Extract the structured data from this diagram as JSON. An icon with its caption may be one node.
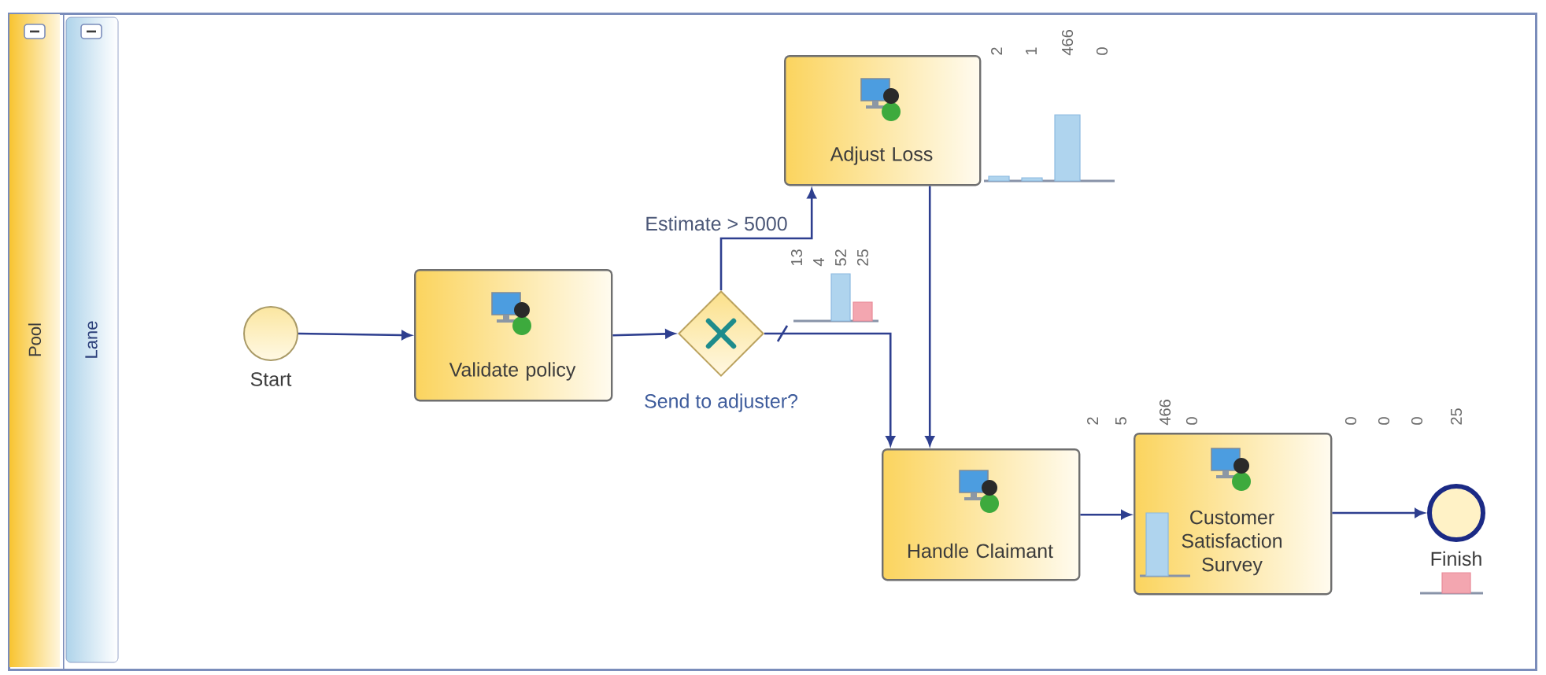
{
  "diagram": {
    "nodes": [
      {
        "text": [
          "Pool"
        ]
      },
      {
        "text": [
          "Lane"
        ],
        "in": 0
      },
      {
        "text": [
          "Start"
        ],
        "in": 1
      },
      {
        "text": [
          "Validate policy"
        ],
        "in": 1
      },
      {
        "text": [
          "Send to adjuster?"
        ],
        "in": 1
      },
      {
        "text": [
          "Adjust Loss"
        ],
        "in": 1
      },
      {
        "text": [
          "Handle Claimant"
        ],
        "in": 1
      },
      {
        "text": [
          "Customer Satisfaction Survey"
        ],
        "in": 1
      },
      {
        "text": [
          "Finish"
        ],
        "in": 1
      }
    ],
    "edges": [
      {
        "from": 2,
        "to": 3,
        "arrow": "to"
      },
      {
        "from": 3,
        "to": 4,
        "arrow": "to"
      },
      {
        "from": 4,
        "to": 5,
        "arrow": "to",
        "label": "Estimate > 5000"
      },
      {
        "from": 4,
        "to": 6,
        "arrow": "to"
      },
      {
        "from": 5,
        "to": 6,
        "arrow": "to"
      },
      {
        "from": 6,
        "to": 7,
        "arrow": "to"
      },
      {
        "from": 7,
        "to": 8,
        "arrow": "to"
      }
    ],
    "labels": [
      "2",
      "1",
      "466",
      "0",
      "13",
      "4",
      "52",
      "25",
      "2",
      "5",
      "466",
      "0",
      "0",
      "0",
      "0",
      "25"
    ]
  }
}
